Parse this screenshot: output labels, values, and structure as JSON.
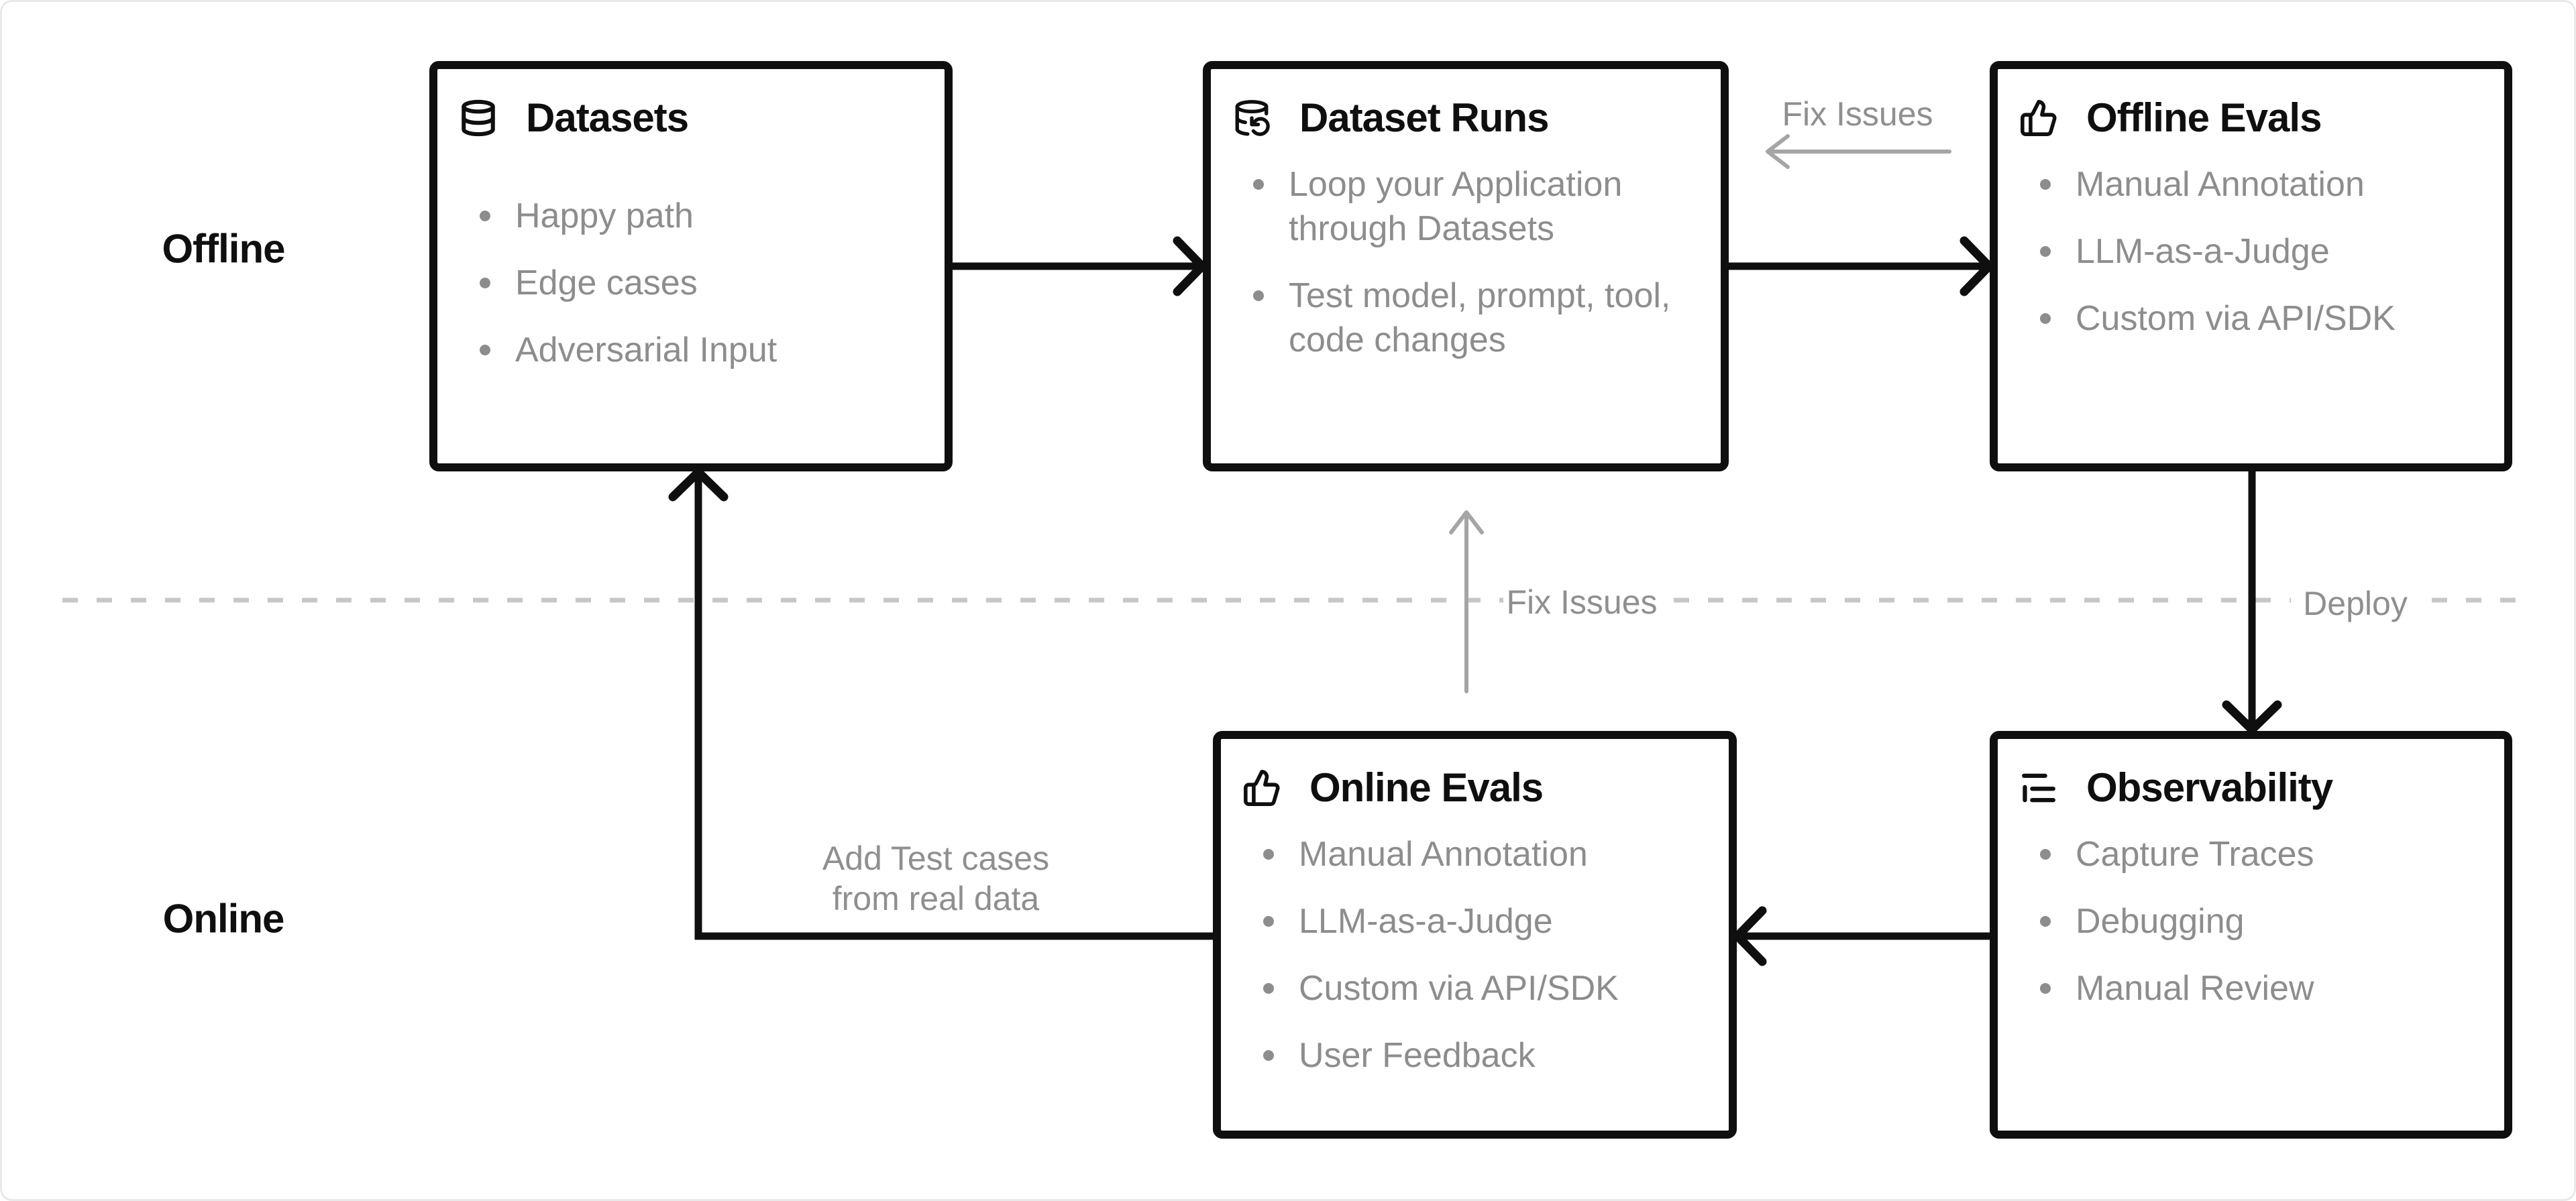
{
  "diagram": {
    "lanes": {
      "offline": "Offline",
      "online": "Online"
    },
    "boxes": [
      {
        "title": "Datasets",
        "icon": "database-icon",
        "items": [
          "Happy path",
          "Edge cases",
          "Adversarial Input"
        ]
      },
      {
        "title": "Dataset Runs",
        "icon": "database-rerun-icon",
        "items": [
          "Loop your Application through Datasets",
          "Test model, prompt, tool, code changes"
        ]
      },
      {
        "title": "Offline Evals",
        "icon": "thumbs-up-icon",
        "items": [
          "Manual Annotation",
          "LLM-as-a-Judge",
          "Custom via API/SDK"
        ]
      },
      {
        "title": "Online Evals",
        "icon": "thumbs-up-icon",
        "items": [
          "Manual Annotation",
          "LLM-as-a-Judge",
          "Custom via API/SDK",
          "User Feedback"
        ]
      },
      {
        "title": "Observability",
        "icon": "trace-list-icon",
        "items": [
          "Capture Traces",
          "Debugging",
          "Manual Review"
        ]
      }
    ],
    "annotations": {
      "fix_issues_top": "Fix Issues",
      "fix_issues_mid": "Fix Issues",
      "deploy": "Deploy",
      "add_test_cases_line1": "Add Test cases",
      "add_test_cases_line2": "from real data"
    },
    "colors": {
      "box_border": "#0f0f0f",
      "title_text": "#0f0f0f",
      "list_text": "#8d8d8d",
      "annotation_text": "#8f8f8f",
      "black_arrow": "#0f0f0f",
      "gray_arrow": "#a5a5a5",
      "dashed_divider": "#c7c7c7",
      "background": "#ffffff",
      "page_border": "#e9e9e9"
    }
  }
}
